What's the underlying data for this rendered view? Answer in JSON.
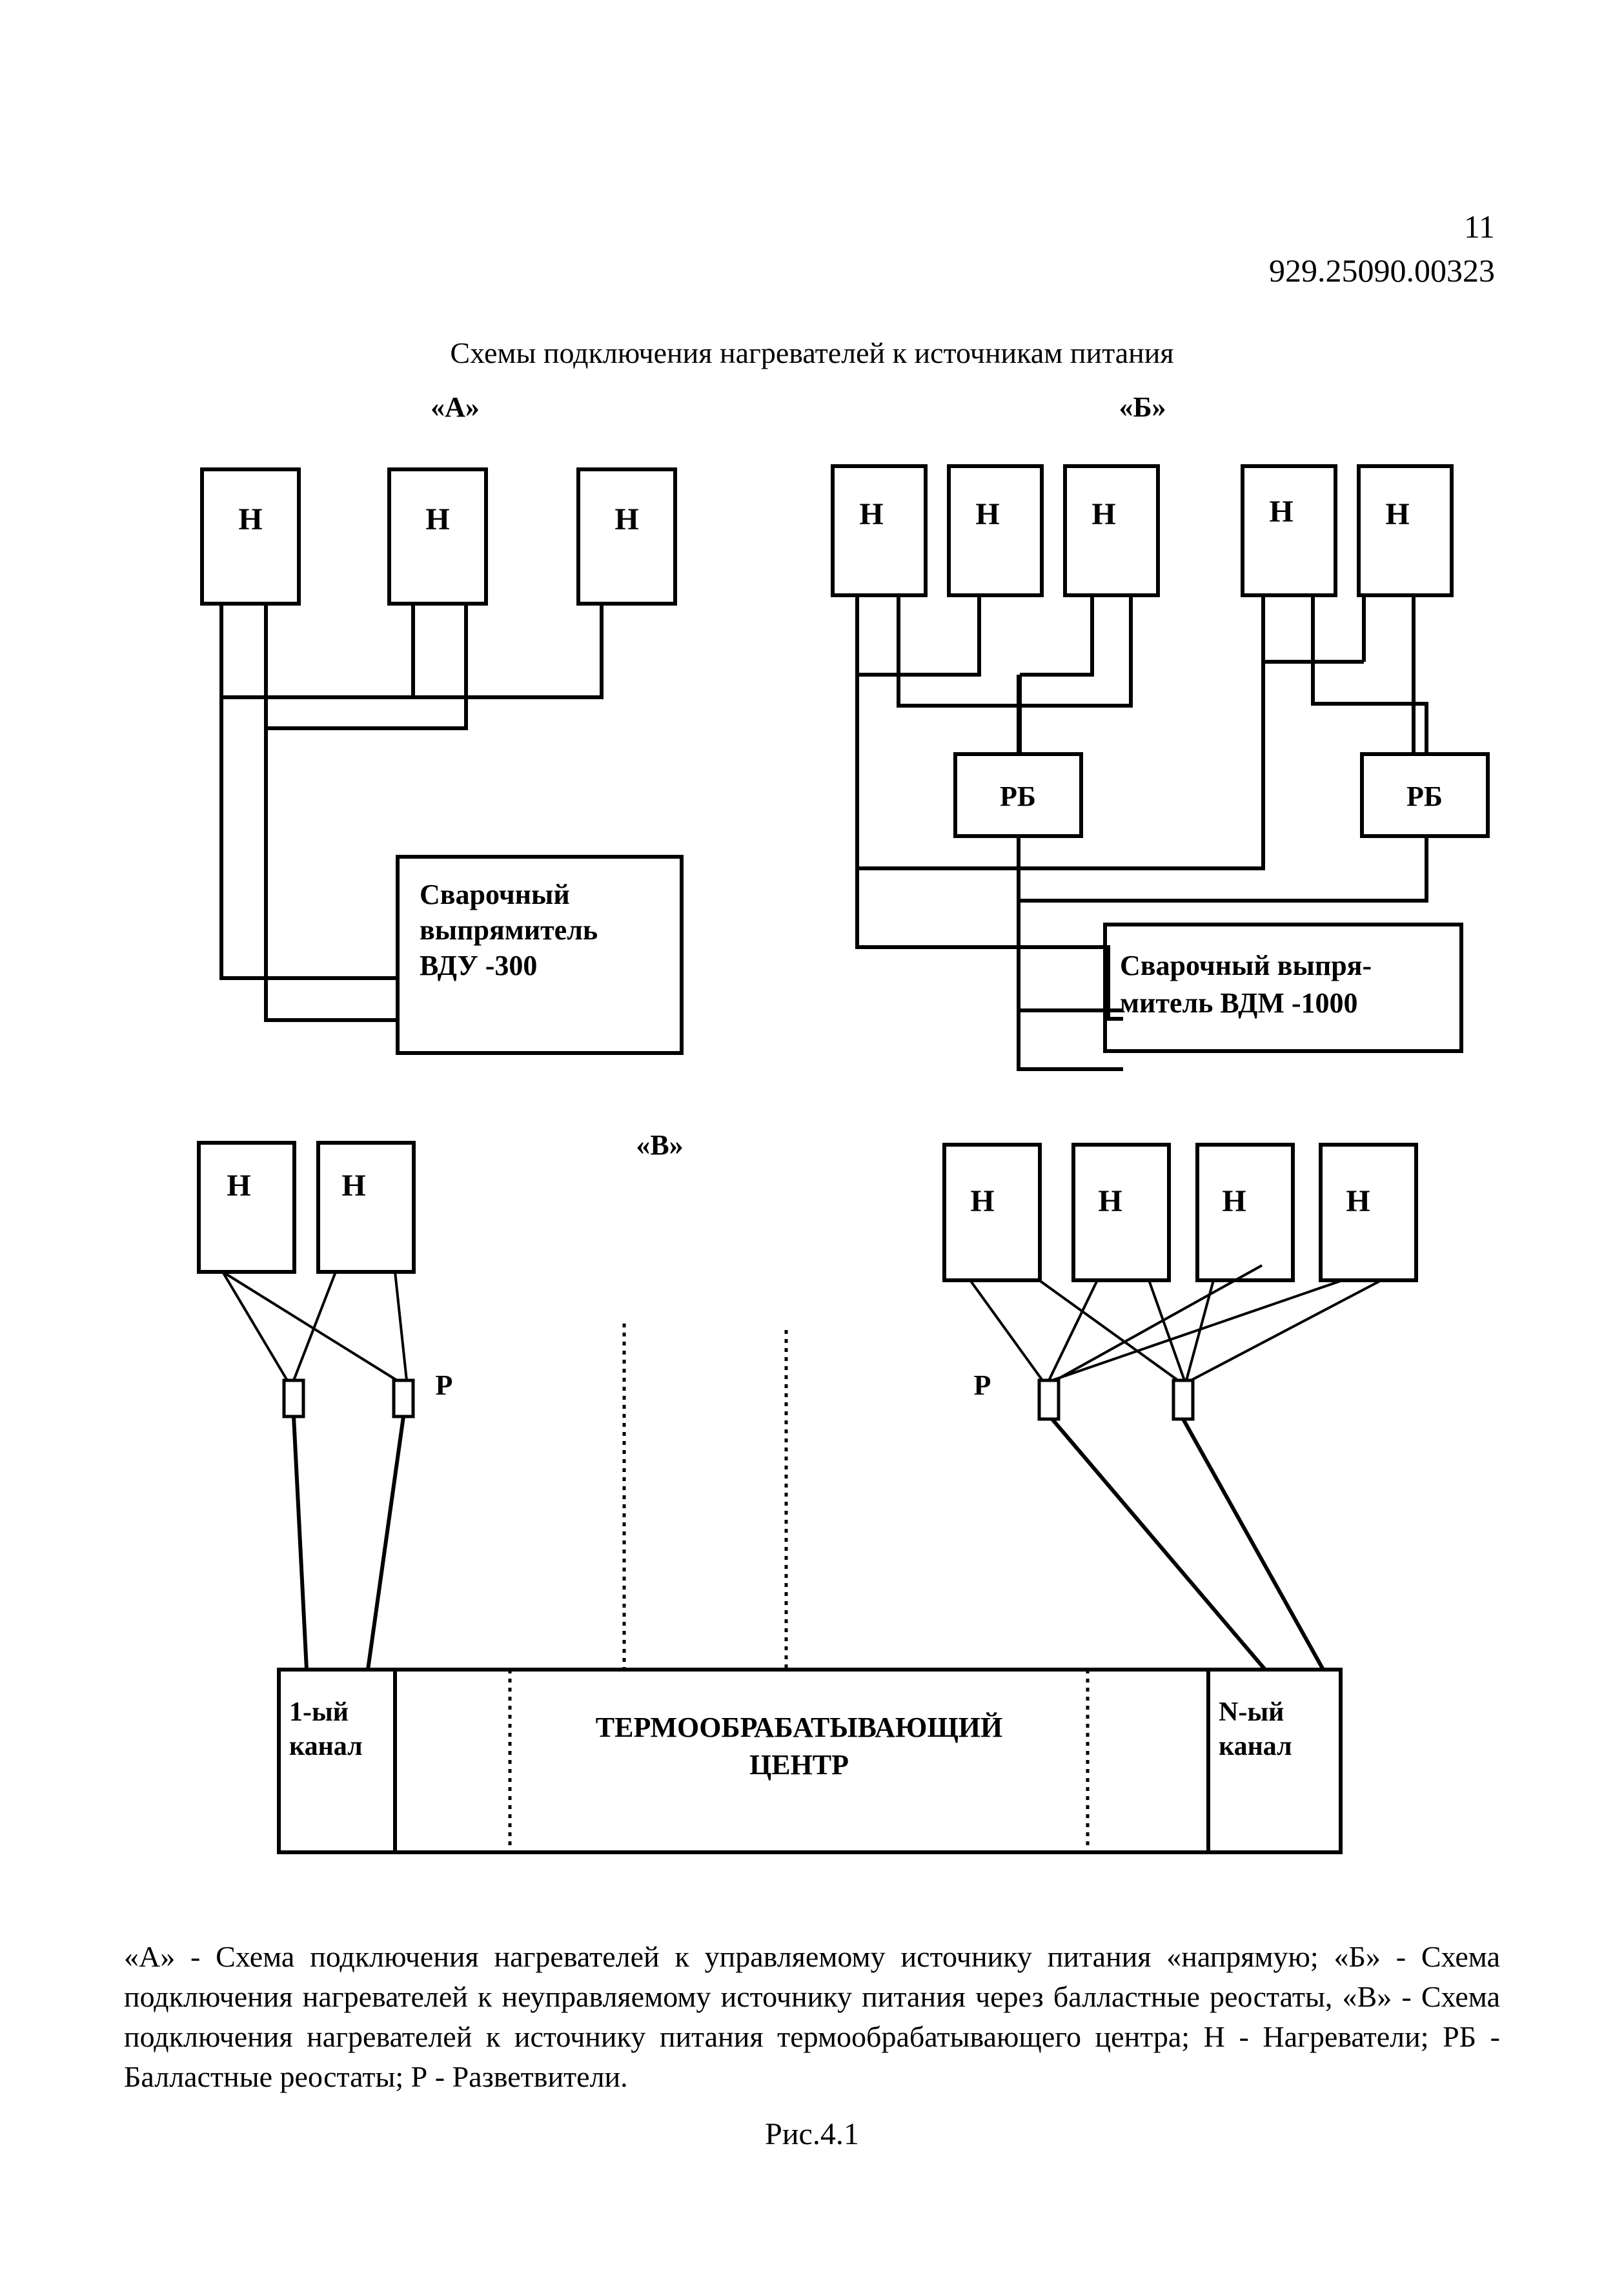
{
  "page": {
    "number": "11",
    "doc_number": "929.25090.00323",
    "title": "Схемы подключения нагревателей к источникам питания"
  },
  "schemes": {
    "A": {
      "label": "«А»",
      "heater": "Н",
      "source_line1": "Сварочный",
      "source_line2": "выпрямитель",
      "source_line3": "ВДУ -300"
    },
    "B": {
      "label": "«Б»",
      "heater": "Н",
      "resistor": "РБ",
      "source_line1": "Сварочный выпря-",
      "source_line2": "митель ВДМ -1000"
    },
    "C": {
      "label": "«В»",
      "heater": "Н",
      "splitter": "Р",
      "channel1_line1": "1-ый",
      "channel1_line2": "канал",
      "center_line1": "ТЕРМООБРАБАТЫВАЮЩИЙ",
      "center_line2": "ЦЕНТР",
      "channelN_line1": "N-ый",
      "channelN_line2": "канал"
    }
  },
  "caption": "«А» - Схема подключения нагревателей к управляемому источнику питания «напрямую; «Б» - Схема подключения нагревателей к неуправляемому источнику питания через балластные реостаты, «В» - Схема подключения нагревателей к источнику питания термообрабатывающего центра; Н - Нагреватели; РБ - Балластные реостаты; Р - Разветвители.",
  "figure_label": "Рис.4.1"
}
